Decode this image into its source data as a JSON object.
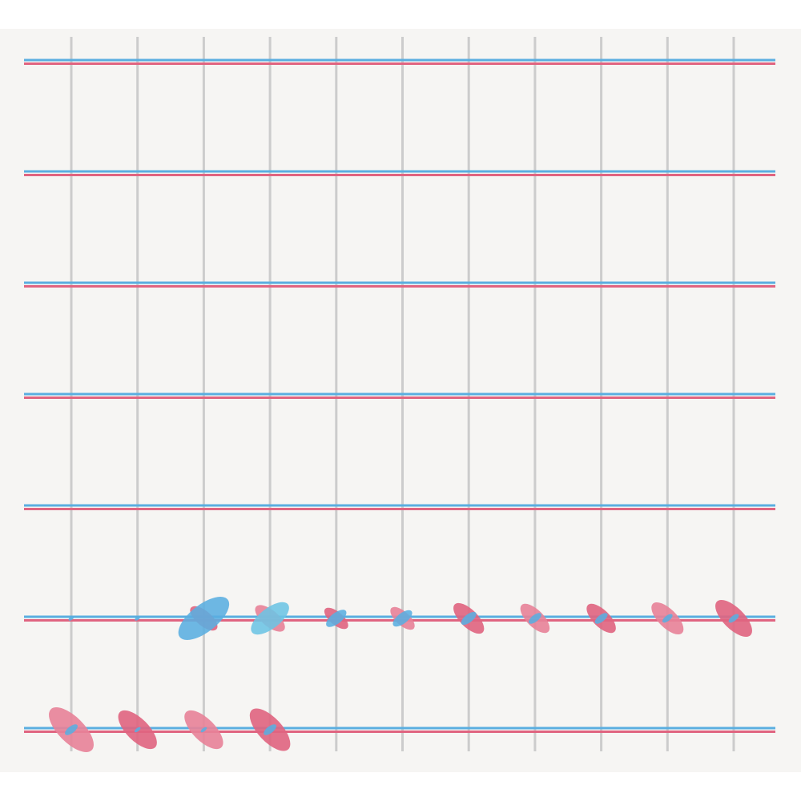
{
  "diagram": {
    "description_visible_text": "",
    "colors": {
      "page_background": "#ffffff",
      "panel_background": "#f6f5f3",
      "vertical_rule": "#cccccc",
      "blue": "#5aaee0",
      "red": "#e06480",
      "light_red": "#e88298",
      "light_blue": "#6cc4e4"
    },
    "grid": {
      "columns": 11,
      "rows": 7
    },
    "glyph_sequence": [
      {
        "row": 6,
        "col": 1,
        "red": null,
        "blue": {
          "size": 0.05,
          "angle": -35
        }
      },
      {
        "row": 6,
        "col": 2,
        "red": null,
        "blue": {
          "size": 0.1,
          "angle": -35
        }
      },
      {
        "row": 6,
        "col": 3,
        "red": {
          "size": 0.55,
          "angle": 40
        },
        "blue": {
          "size": 1.0,
          "angle": -38
        }
      },
      {
        "row": 6,
        "col": 4,
        "red": {
          "size": 0.6,
          "angle": 40
        },
        "blue": {
          "size": 0.75,
          "angle": -38
        }
      },
      {
        "row": 6,
        "col": 5,
        "red": {
          "size": 0.48,
          "angle": 40
        },
        "blue": {
          "size": 0.4,
          "angle": -38
        }
      },
      {
        "row": 6,
        "col": 6,
        "red": {
          "size": 0.5,
          "angle": 42
        },
        "blue": {
          "size": 0.38,
          "angle": -38
        }
      },
      {
        "row": 6,
        "col": 7,
        "red": {
          "size": 0.65,
          "angle": 45
        },
        "blue": {
          "size": 0.3,
          "angle": -38
        }
      },
      {
        "row": 6,
        "col": 8,
        "red": {
          "size": 0.62,
          "angle": 45
        },
        "blue": {
          "size": 0.25,
          "angle": -38
        }
      },
      {
        "row": 6,
        "col": 9,
        "red": {
          "size": 0.62,
          "angle": 45
        },
        "blue": {
          "size": 0.25,
          "angle": -38
        }
      },
      {
        "row": 6,
        "col": 10,
        "red": {
          "size": 0.68,
          "angle": 45
        },
        "blue": {
          "size": 0.2,
          "angle": -38
        }
      },
      {
        "row": 6,
        "col": 11,
        "red": {
          "size": 0.78,
          "angle": 45
        },
        "blue": {
          "size": 0.2,
          "angle": -38
        }
      },
      {
        "row": 7,
        "col": 1,
        "red": {
          "size": 0.95,
          "angle": 45
        },
        "blue": {
          "size": 0.25,
          "angle": -38
        }
      },
      {
        "row": 7,
        "col": 2,
        "red": {
          "size": 0.82,
          "angle": 45
        },
        "blue": {
          "size": 0.12,
          "angle": -38
        }
      },
      {
        "row": 7,
        "col": 3,
        "red": {
          "size": 0.82,
          "angle": 45
        },
        "blue": {
          "size": 0.12,
          "angle": -38
        }
      },
      {
        "row": 7,
        "col": 4,
        "red": {
          "size": 0.88,
          "angle": 47
        },
        "blue": {
          "size": 0.25,
          "angle": -38
        }
      }
    ]
  }
}
